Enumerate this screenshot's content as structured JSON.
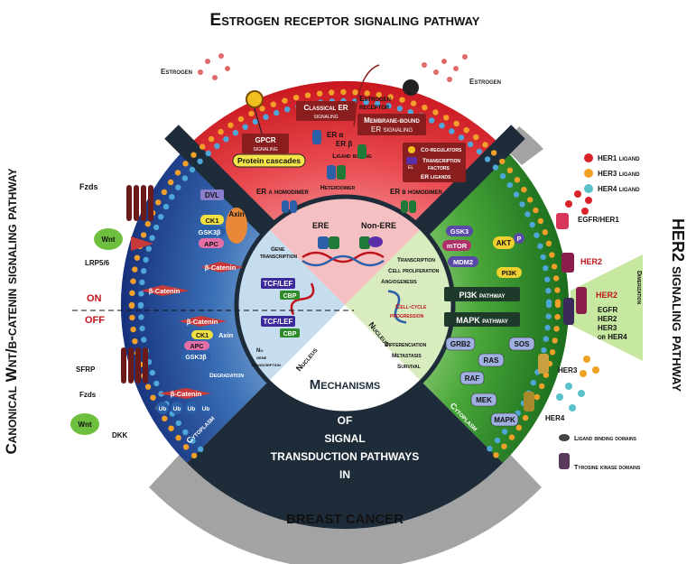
{
  "titles": {
    "estrogen_pathway": "Estrogen receptor signaling pathway",
    "her2_pathway": "HER2 signaling pathway",
    "wnt_pathway": "Canonical Wnt/β-catenin signaling pathway",
    "center_line1": "Mechanisms",
    "center_line2": "OF",
    "center_line3": "SIGNAL",
    "center_line4": "TRANSDUCTION PATHWAYS",
    "center_line5": "IN",
    "bottom": "BREAST CANCER"
  },
  "estrogen": {
    "estrogen_left": "Estrogen",
    "estrogen_right": "Estrogen",
    "gpcr_l1": "GPCR",
    "gpcr_l2": "signaling",
    "classical_l1": "Classical ER",
    "classical_l2": "signaling",
    "receptor_l1": "Estrogen",
    "receptor_l2": "receptor",
    "membrane_l1": "Membrane-bound",
    "membrane_l2": "ER signaling",
    "protein_cascades": "Protein cascades",
    "er_alpha": "ER α",
    "er_beta": "ER β",
    "ligand_binding": "Ligand binding",
    "heterodimer": "Heterodimer",
    "co_regulators": "Co-regulators",
    "tf_l1": "Transcription",
    "tf_l2": "factors",
    "er_ligands": "ER ligands",
    "el": "EL",
    "era_homodimer": "ER α homodimer",
    "erb_homodimer": "ER β homodimer",
    "ere": "ERE",
    "non_ere": "Non-ERE"
  },
  "wnt": {
    "fzds_top": "Fzds",
    "wnt_top": "Wnt",
    "lrp": "LRP5/6",
    "dvl": "DVL",
    "ck1": "CK1",
    "gsk3b": "GSK3β",
    "apc": "APC",
    "axin": "Axin",
    "beta_catenin": "β-Catenin",
    "on": "ON",
    "off": "OFF",
    "gene_tx_l1": "Gene",
    "gene_tx_l2": "transcription",
    "tcf_lef": "TCF/LEF",
    "cbp": "CBP",
    "no_gene_l1": "No",
    "no_gene_l2": "gene",
    "no_gene_l3": "transcription",
    "degradation": "Degradation",
    "ub": "Ub",
    "sfrp": "SFRP",
    "fzds_bottom": "Fzds",
    "wnt_bottom": "Wnt",
    "dkk": "DKK",
    "nucleus": "Nucleus",
    "cytoplasm": "Cytoplasm"
  },
  "her2": {
    "legend_her1": "HER1 ligand",
    "legend_her3": "HER3 ligand",
    "legend_her4": "HER4 ligand",
    "egfr_her1": "EGFR/HER1",
    "her2": "HER2",
    "her2_b": "HER2",
    "dimerization": "Dimerization",
    "partners_l1": "EGFR",
    "partners_l2": "HER2",
    "partners_l3": "HER3",
    "partners_l4": "or HER4",
    "her3": "HER3",
    "her4": "HER4",
    "gsk3": "GSK3",
    "mtor": "mTOR",
    "mdm2": "MDM2",
    "akt": "AKT",
    "pi3k": "PI3K",
    "p": "P",
    "transcription": "Transcription",
    "cell_prolif": "Cell proliferation",
    "angiogenesis": "Angiogenesis",
    "pi3k_pathway": "PI3K pathway",
    "mapk_pathway": "MAPK pathway",
    "cell_cycle_l1": "Cell-cycle",
    "cell_cycle_l2": "progression",
    "differentiation": "Differenciation",
    "metastasis": "Metastasis",
    "survival": "Survival",
    "grb2": "GRB2",
    "sos": "SOS",
    "ras": "RAS",
    "raf": "RAF",
    "mek": "MEK",
    "mapk": "MAPK",
    "nucleus": "Nucleus",
    "cytoplasm": "Cytoplasm",
    "legend_ligand_domains": "Ligand binding domains",
    "legend_tk_domains": "Tyrosine kinase domains"
  },
  "colors": {
    "estrogen_red": "#d8262e",
    "estrogen_light": "#f6a9ad",
    "wnt_blue": "#1f3d8f",
    "wnt_light": "#7fb0d8",
    "her2_green": "#2c8a2a",
    "her2_light": "#b9df93",
    "center_dark": "#1d2b3b",
    "gray_band": "#9e9e9e",
    "label_red": "#c0141c"
  }
}
